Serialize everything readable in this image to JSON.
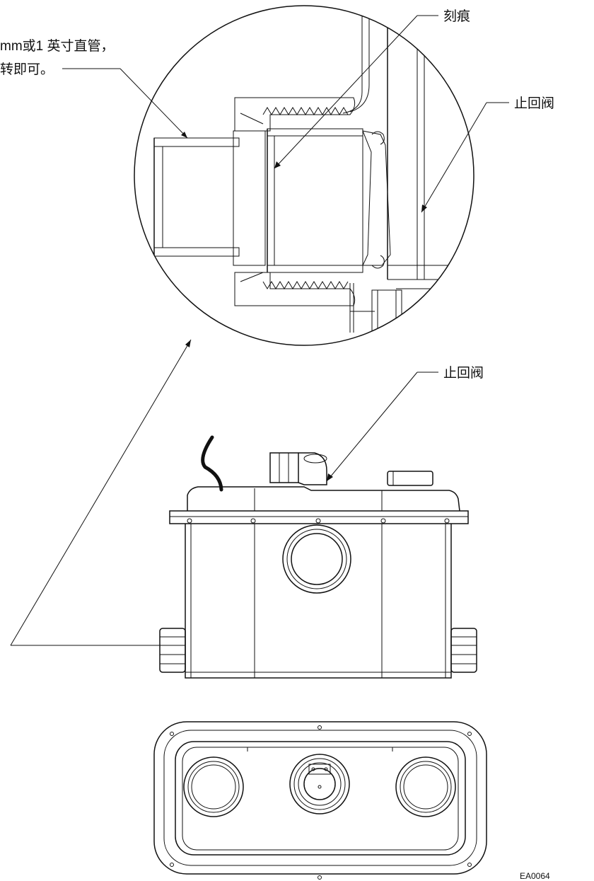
{
  "labels": {
    "inlet_note_line1": "mm或1 英寸直管，",
    "inlet_note_line2": "转即可。",
    "score_mark": "刻痕",
    "check_valve_top": "止回阀",
    "check_valve_mid": "止回阀",
    "figure_code": "EA0064"
  },
  "colors": {
    "line": "#111111",
    "hatch": "#111111",
    "background": "#ffffff"
  }
}
